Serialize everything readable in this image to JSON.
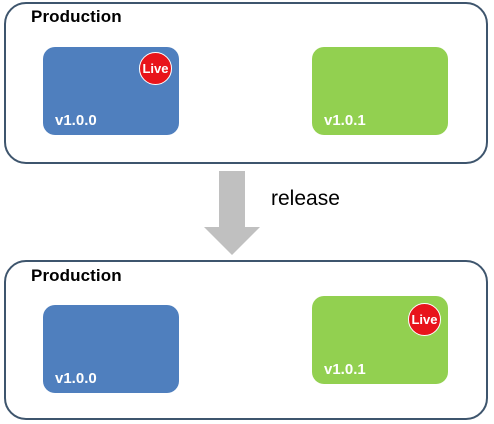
{
  "colors": {
    "panel_border": "#3e556d",
    "old_version": "#4f7fbe",
    "new_version": "#92d050",
    "live_badge": "#e8141b",
    "arrow": "#c0c0c0"
  },
  "before": {
    "title": "Production",
    "old_box": {
      "label": "v1.0.0",
      "badge": "Live"
    },
    "new_box": {
      "label": "v1.0.1"
    }
  },
  "transition": {
    "label": "release",
    "icon": "down-arrow-icon"
  },
  "after": {
    "title": "Production",
    "old_box": {
      "label": "v1.0.0"
    },
    "new_box": {
      "label": "v1.0.1",
      "badge": "Live"
    }
  }
}
